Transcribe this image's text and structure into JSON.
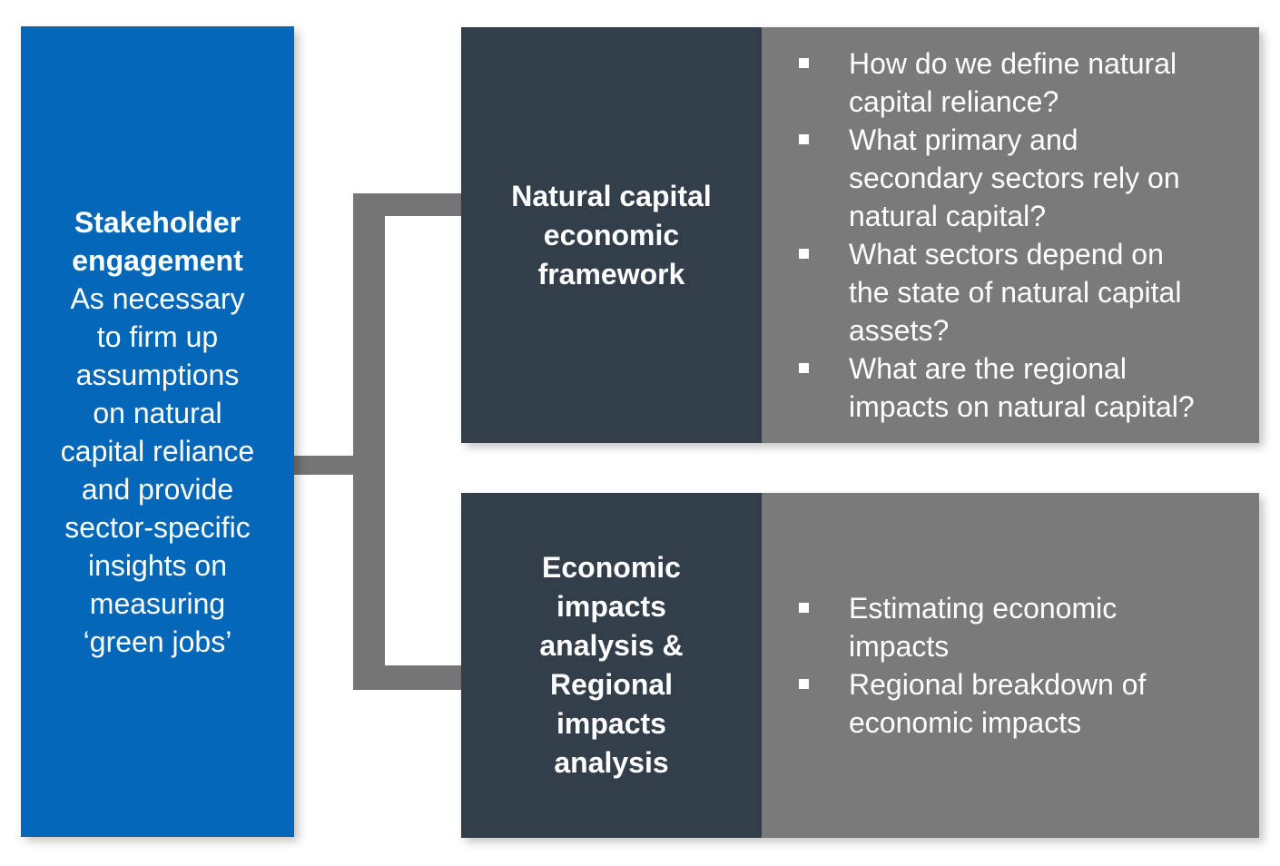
{
  "palette": {
    "blue": "#0467b7",
    "dark": "#333e4b",
    "gray": "#7a7a7a",
    "connector": "#757575",
    "text": "#ffffff"
  },
  "left_panel": {
    "title": "Stakeholder\nengagement",
    "body": "As necessary\nto firm up\nassumptions\non natural\ncapital reliance\nand provide\nsector-specific\ninsights on\nmeasuring\n‘green jobs’"
  },
  "branches": [
    {
      "title": "Natural capital\neconomic\nframework",
      "bullets": [
        "How do we define natural\ncapital reliance?",
        "What primary and\nsecondary sectors rely on\nnatural capital?",
        "What sectors depend on\nthe state of natural capital\nassets?",
        "What are the regional\nimpacts on natural capital?"
      ]
    },
    {
      "title": "Economic\nimpacts\nanalysis &\nRegional\nimpacts\nanalysis",
      "bullets": [
        "Estimating economic\nimpacts",
        "Regional breakdown of\neconomic impacts"
      ]
    }
  ]
}
